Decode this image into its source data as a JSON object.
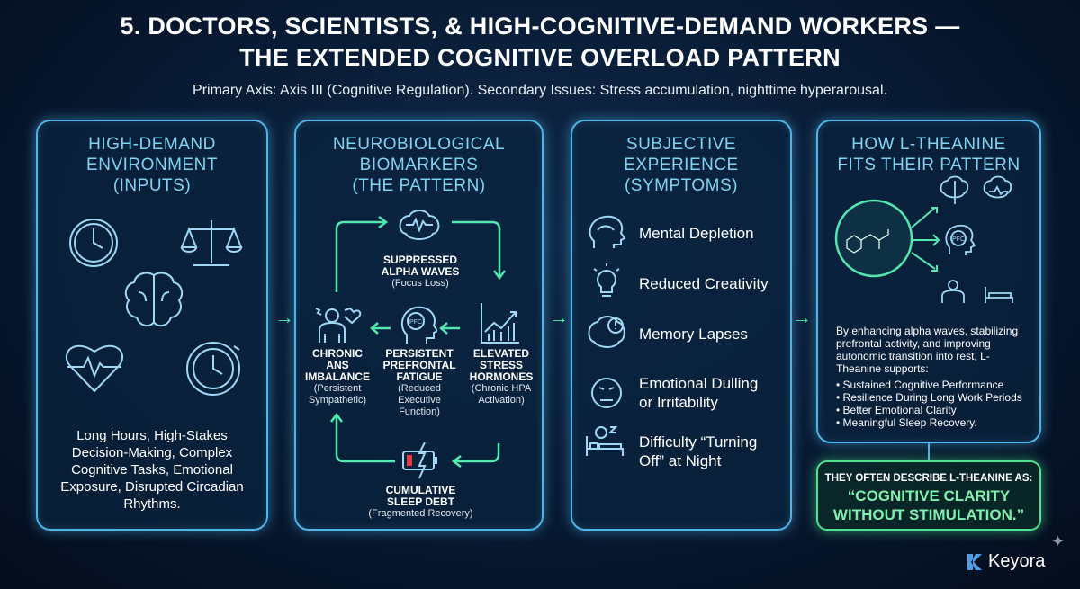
{
  "title": {
    "line1": "5. DOCTORS, SCIENTISTS, & HIGH-COGNITIVE-DEMAND WORKERS —",
    "line2": "THE EXTENDED COGNITIVE OVERLOAD PATTERN"
  },
  "subtitle": "Primary Axis: Axis III (Cognitive Regulation). Secondary Issues: Stress accumulation, nighttime hyperarousal.",
  "panels": {
    "inputs": {
      "h1": "HIGH-DEMAND",
      "h2": "ENVIRONMENT",
      "h3": "(INPUTS)",
      "text": "Long Hours, High-Stakes Decision-Making, Complex Cognitive Tasks, Emotional Exposure, Disrupted Circadian Rhythms."
    },
    "biomarkers": {
      "h1": "NEUROBIOLOGICAL",
      "h2": "BIOMARKERS",
      "h3": "(THE PATTERN)",
      "alpha": {
        "t1": "SUPPRESSED",
        "t2": "ALPHA WAVES",
        "s": "(Focus Loss)"
      },
      "stress": {
        "t1": "ELEVATED",
        "t2": "STRESS",
        "t3": "HORMONES",
        "s1": "(Chronic HPA",
        "s2": "Activation)"
      },
      "pfc": {
        "t1": "PERSISTENT",
        "t2": "PREFRONTAL",
        "t3": "FATIGUE",
        "s1": "(Reduced",
        "s2": "Executive",
        "s3": "Function)",
        "icon": "PFC"
      },
      "ans": {
        "t1": "CHRONIC",
        "t2": "ANS",
        "t3": "IMBALANCE",
        "s1": "(Persistent",
        "s2": "Sympathetic)"
      },
      "sleep": {
        "t1": "CUMULATIVE",
        "t2": "SLEEP DEBT",
        "s": "(Fragmented Recovery)"
      }
    },
    "symptoms": {
      "h1": "SUBJECTIVE",
      "h2": "EXPERIENCE",
      "h3": "(SYMPTOMS)",
      "items": [
        [
          "Mental Depletion"
        ],
        [
          "Reduced Creativity"
        ],
        [
          "Memory Lapses"
        ],
        [
          "Emotional Dulling",
          "or Irritability"
        ],
        [
          "Difficulty “Turning",
          "Off” at Night"
        ]
      ]
    },
    "theanine": {
      "h1": "HOW L-THEANINE",
      "h2": "FITS THEIR PATTERN",
      "pfc": "PFC",
      "intro": "By enhancing alpha waves, stabilizing prefrontal activity, and improving autonomic transition into rest, L-Theanine supports:",
      "bullets": [
        "Sustained Cognitive Performance",
        "Resilience During Long Work Periods",
        "Better Emotional Clarity",
        "Meaningful Sleep Recovery."
      ]
    }
  },
  "quote": {
    "lead": "THEY OFTEN DESCRIBE L-THEANINE AS:",
    "l1": "“COGNITIVE CLARITY",
    "l2": "WITHOUT STIMULATION.”"
  },
  "brand": "Keyora",
  "colors": {
    "accent": "#4fb4e8",
    "green": "#52e8b0",
    "heading": "#7fd4f2"
  }
}
